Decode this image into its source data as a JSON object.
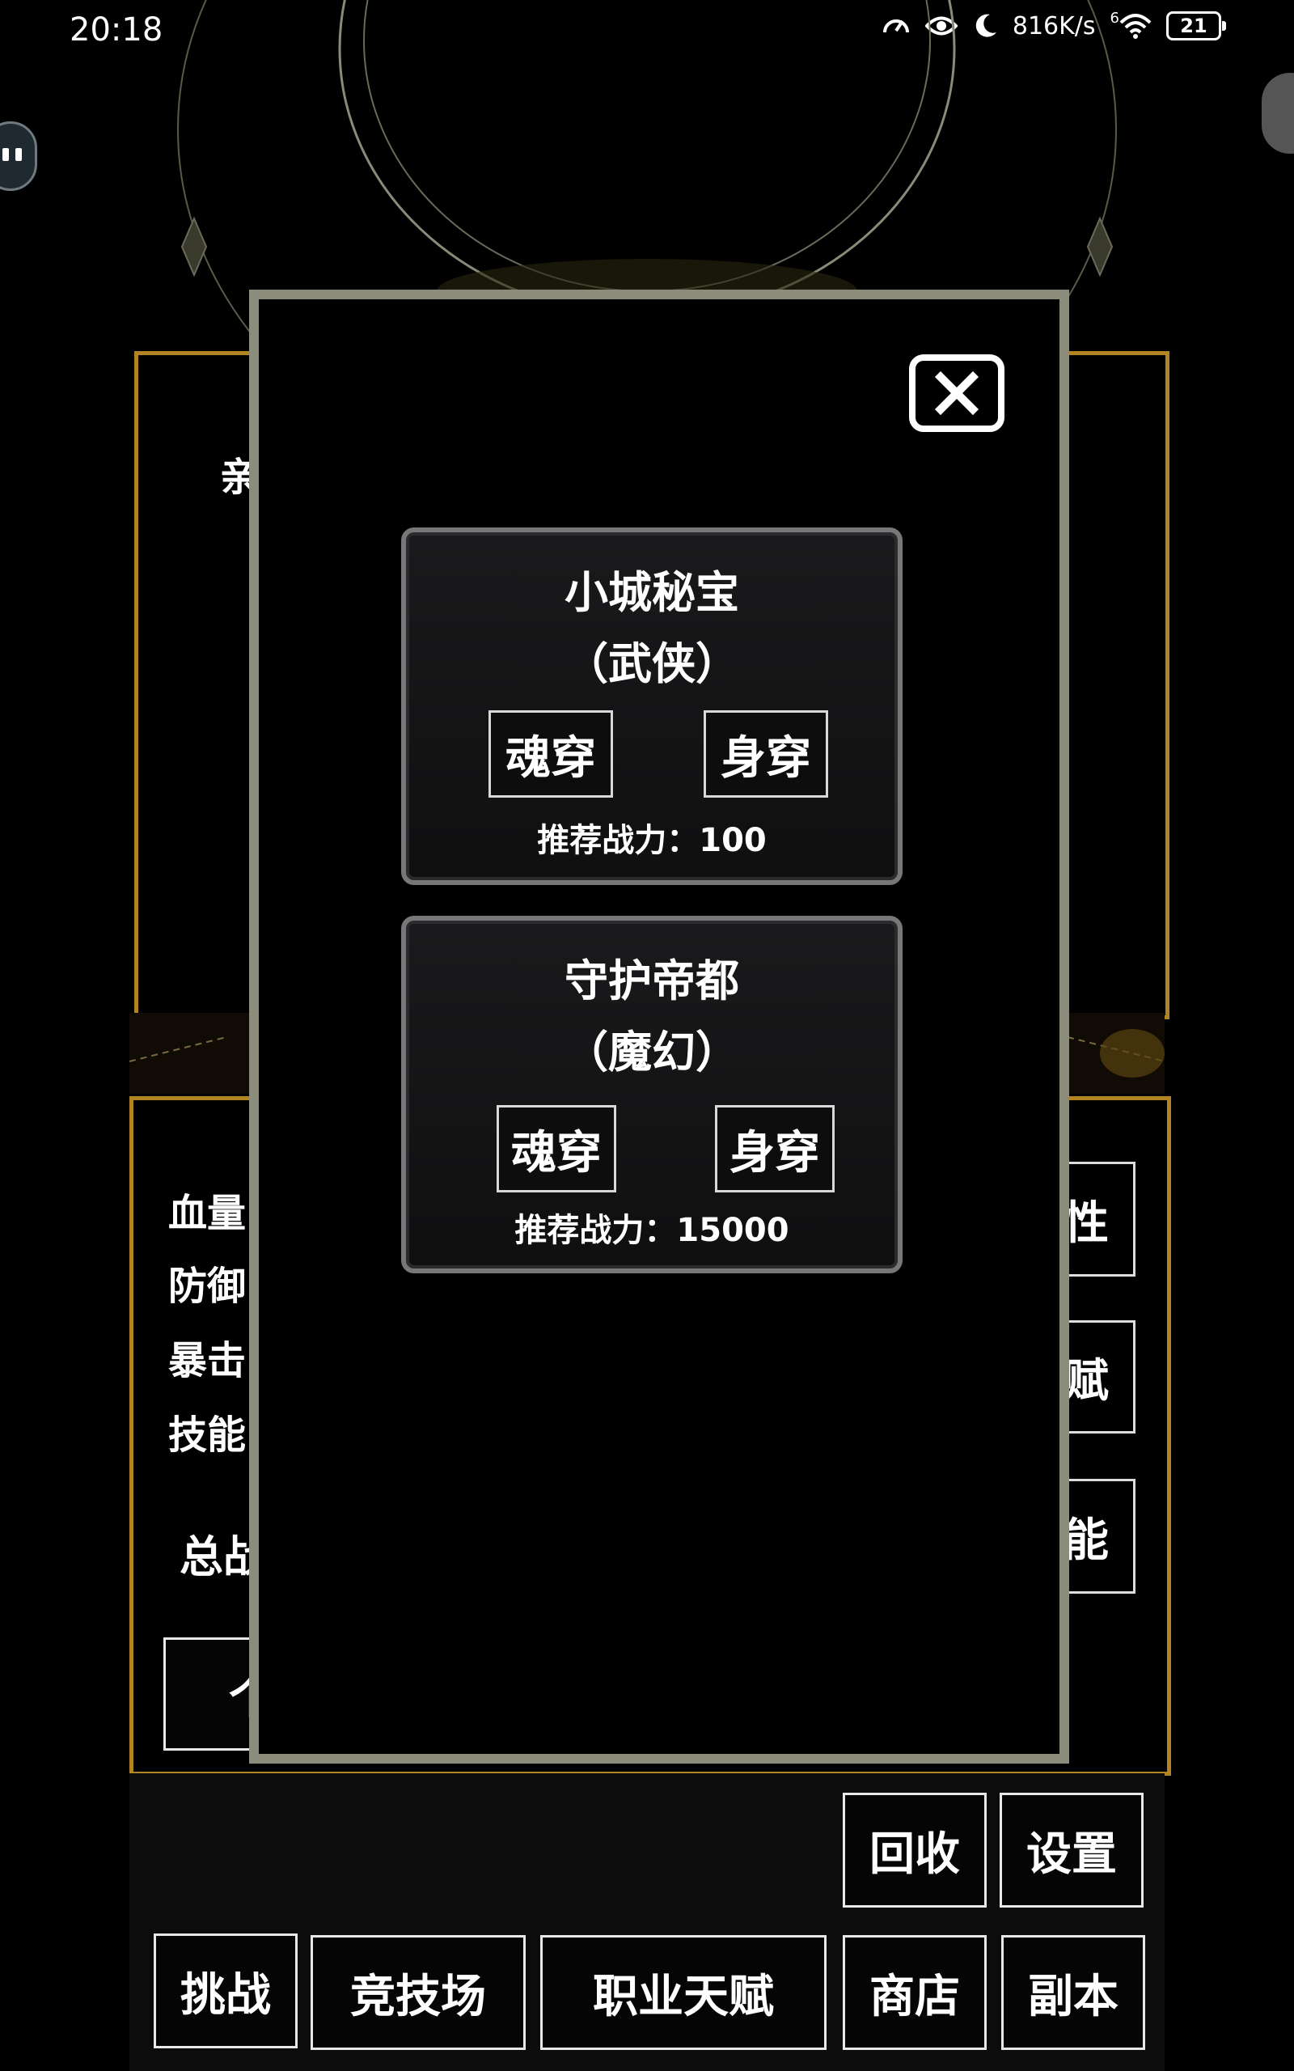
{
  "status_bar": {
    "time": "20:18",
    "net_speed": "816K/s",
    "signal_label": "6",
    "battery": "21"
  },
  "background": {
    "top_label_partial": "亲",
    "stat_labels": [
      "血量",
      "防御",
      "暴击",
      "技能"
    ],
    "total_label_partial": "总战",
    "personal_btn_partial": "个",
    "side_buttons": [
      "性",
      "赋",
      "能"
    ]
  },
  "bottom_nav": {
    "row1": [
      "回收",
      "设置"
    ],
    "row2": [
      "挑战",
      "竞技场",
      "职业天赋",
      "商店",
      "副本"
    ]
  },
  "modal": {
    "close_icon": "close-icon",
    "cards": [
      {
        "title": "小城秘宝",
        "subtitle": "（武侠）",
        "btn_soul": "魂穿",
        "btn_body": "身穿",
        "power": "推荐战力：100"
      },
      {
        "title": "守护帝都",
        "subtitle": "（魔幻）",
        "btn_soul": "魂穿",
        "btn_body": "身穿",
        "power": "推荐战力：15000"
      }
    ]
  },
  "colors": {
    "gold_frame": "#b38422",
    "modal_border": "#8c8c7c",
    "card_border": "#77777a"
  }
}
